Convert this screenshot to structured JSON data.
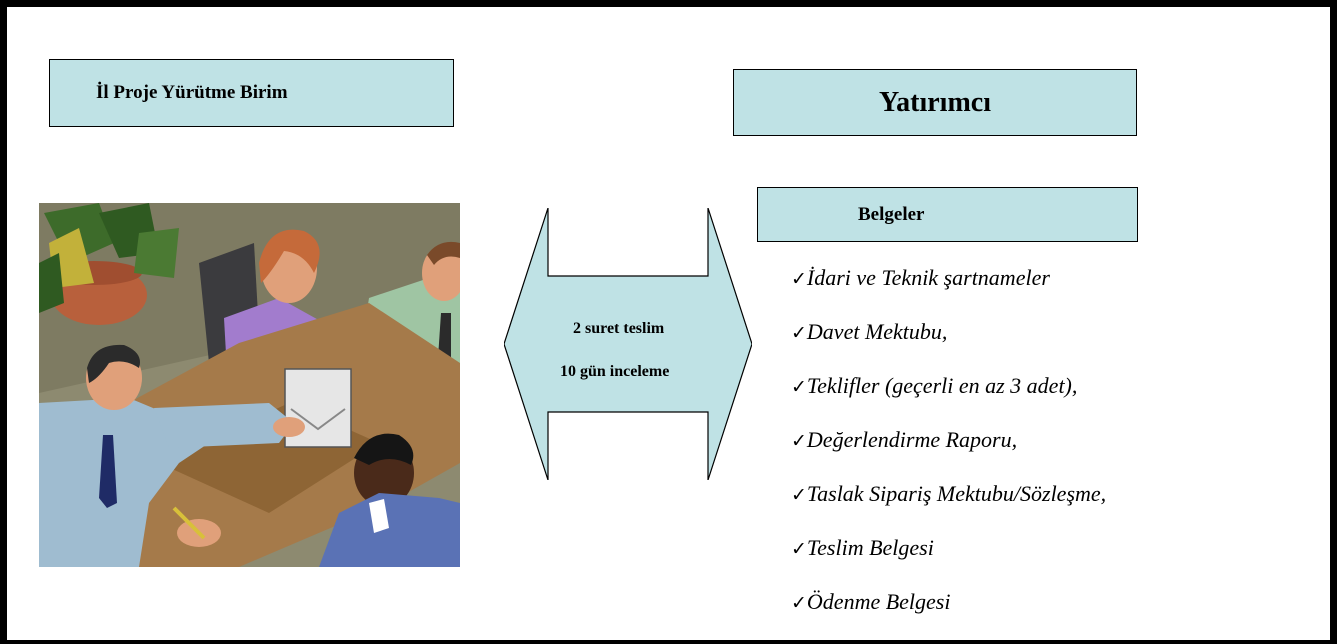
{
  "left_box": {
    "label": "İl Proje Yürütme Birim"
  },
  "right_box": {
    "label": "Yatırımcı"
  },
  "docs_box": {
    "label": "Belgeler"
  },
  "arrow": {
    "line1": "2 suret teslim",
    "line2": "10 gün inceleme",
    "fill": "#bfe2e5"
  },
  "documents": [
    "İdari ve Teknik şartnameler",
    "Davet Mektubu,",
    "Teklifler (geçerli en az 3 adet),",
    "Değerlendirme Raporu,",
    "Taslak Sipariş Mektubu/Sözleşme,",
    "Teslim Belgesi",
    "Ödenme Belgesi"
  ],
  "check_glyph": "✓",
  "image": {
    "subject": "business-meeting-clipart"
  },
  "colors": {
    "box_fill": "#bfe2e5",
    "border": "#000000"
  }
}
